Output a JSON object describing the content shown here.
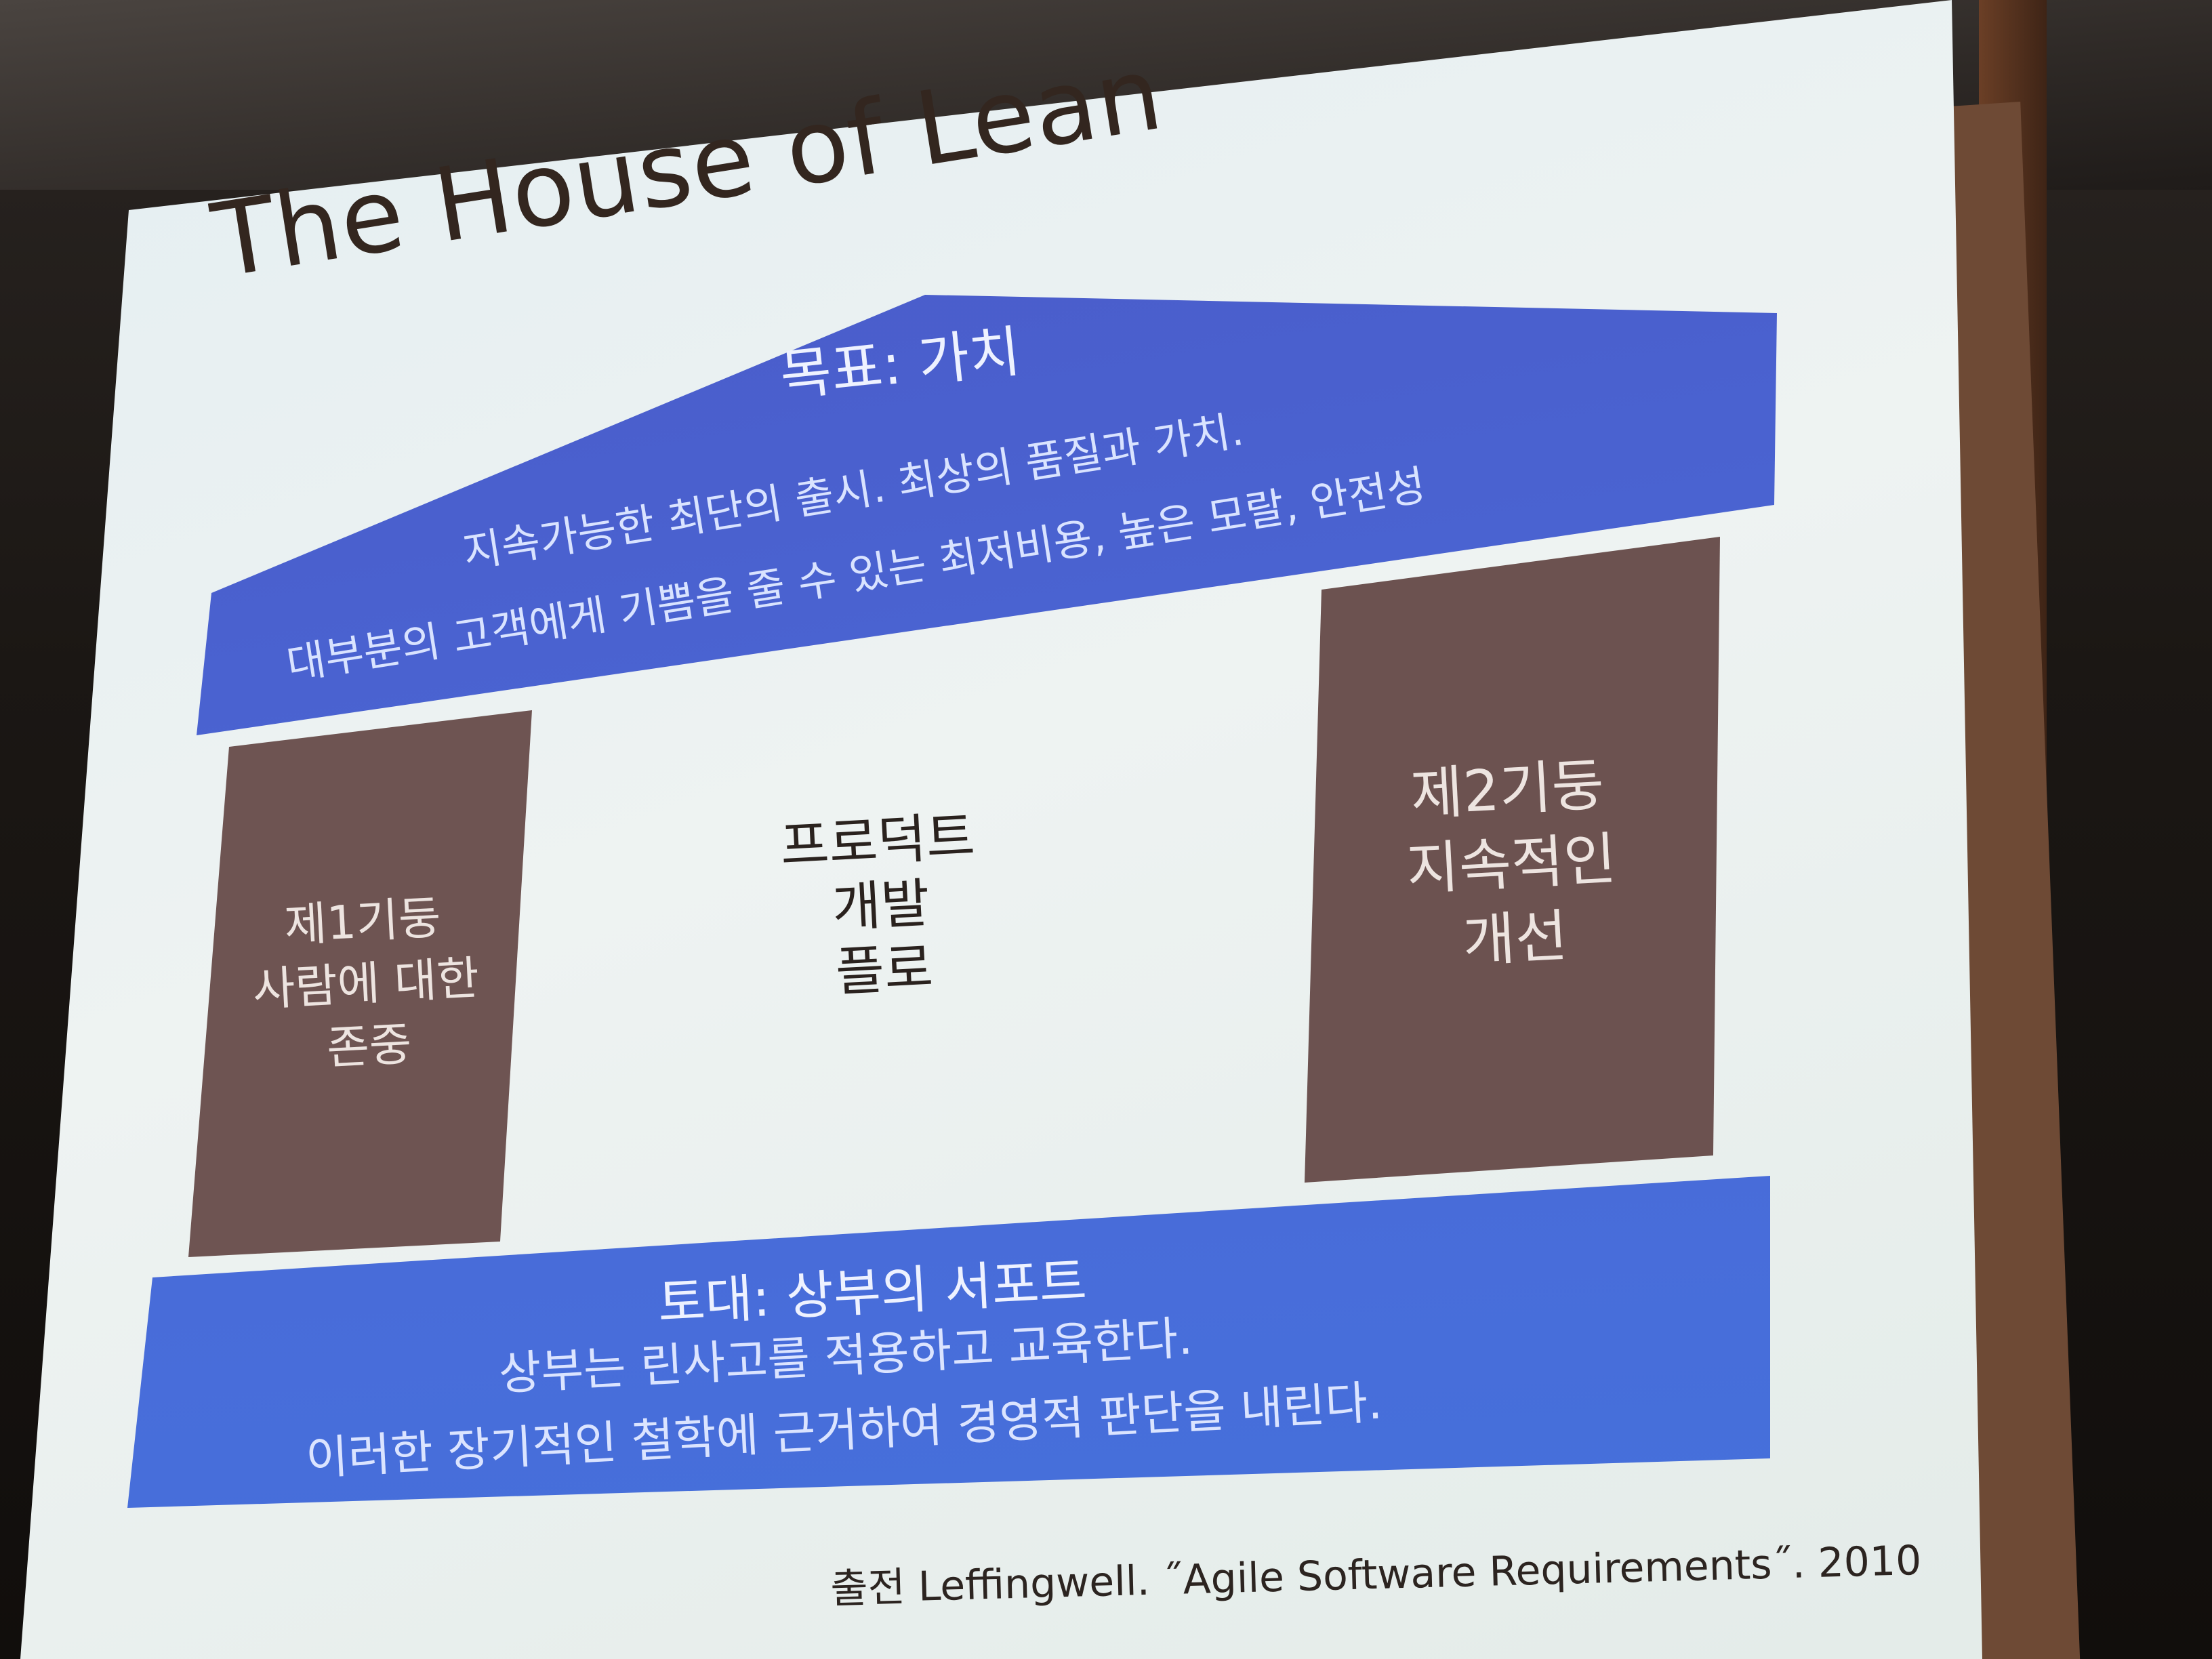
{
  "slide": {
    "title": "The House of Lean",
    "roof": {
      "goal": "목표: 가치",
      "line1": "지속가능한 최단의 출시. 최상의 품질과 가치.",
      "line2": "대부분의 고객에게 기쁨을 줄 수 있는 최저비용, 높은 모랄, 안전성"
    },
    "left_pillar": {
      "line1": "제1기둥",
      "line2": "사람에 대한",
      "line3": "존중"
    },
    "center": {
      "line1": "프로덕트",
      "line2": "개발",
      "line3": "플로"
    },
    "right_pillar": {
      "line1": "제2기둥",
      "line2": "지속적인",
      "line3": "개선"
    },
    "foundation": {
      "title": "토대: 상부의 서포트",
      "line1": "상부는 린사고를 적용하고 교육한다.",
      "line2": "이러한 장기적인 철학에 근거하여 경영적 판단을 내린다."
    },
    "citation": "출전 Leffingwell. ˝Agile Software Requirements˝. 2010"
  },
  "colors": {
    "roof_blue": "#4a68d6",
    "pillar_brown": "#6e5452",
    "foundation_blue": "#4a6ad8",
    "slide_background": "#eaf1f1",
    "screen_frame": "#6e4a35"
  }
}
